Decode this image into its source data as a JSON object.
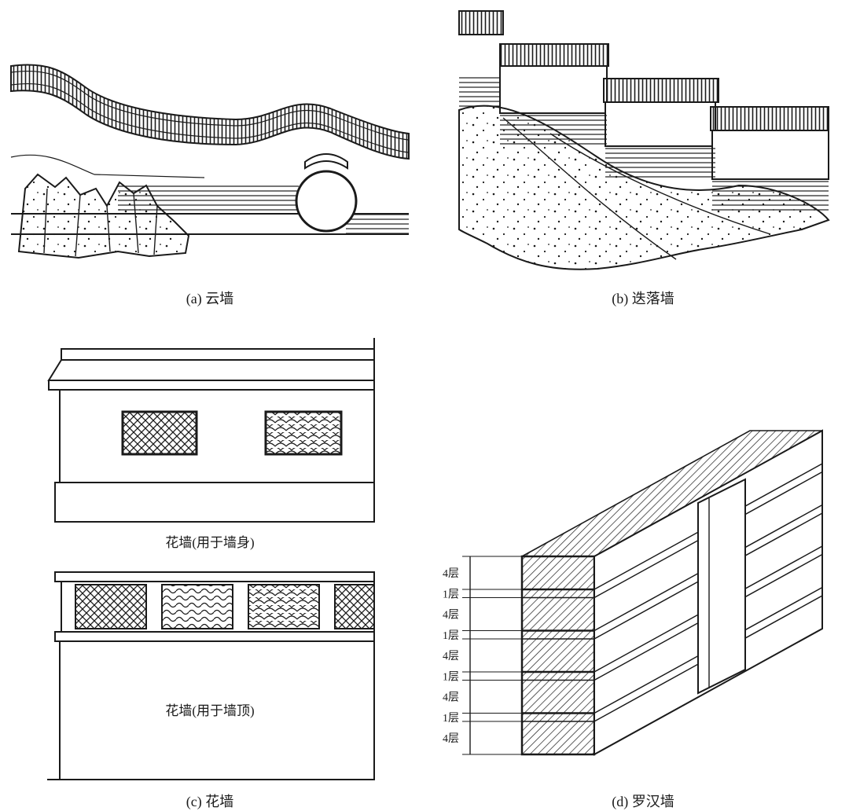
{
  "panels": {
    "a": {
      "caption": "(a) 云墙"
    },
    "b": {
      "caption": "(b) 迭落墙"
    },
    "c": {
      "caption": "(c) 花墙",
      "upper_label": "花墙(用于墙身)",
      "lower_label": "花墙(用于墙顶)"
    },
    "d": {
      "caption": "(d) 罗汉墙",
      "layers": [
        "4层",
        "1层",
        "4层",
        "1层",
        "4层",
        "1层",
        "4层",
        "1层",
        "4层"
      ]
    }
  },
  "colors": {
    "ink": "#1a1a1a",
    "paper": "#ffffff"
  }
}
